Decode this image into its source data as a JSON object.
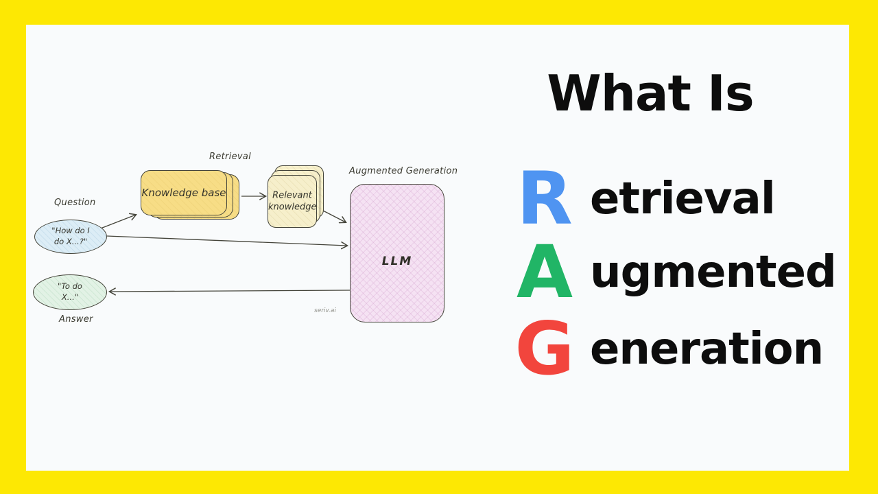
{
  "colors": {
    "frame_yellow": "#FDE803",
    "canvas_bg": "#F9FBFC",
    "ink": "#3A3A30",
    "knowledge_base_fill": "#F7DD86",
    "relevant_knowledge_fill": "#F6EFCB",
    "llm_fill": "#F5E2F3",
    "question_oval_fill": "#DCEDF6",
    "answer_oval_fill": "#E2F2E5",
    "letter_r_blue": "#4F94F1",
    "letter_a_green": "#21B566",
    "letter_g_red": "#F2453D",
    "heading_black": "#0D0D0D"
  },
  "heading": {
    "title": "What Is"
  },
  "acronym_rows": [
    {
      "letter": "R",
      "word": "etrieval",
      "color": "#4F94F1"
    },
    {
      "letter": "A",
      "word": "ugmented",
      "color": "#21B566"
    },
    {
      "letter": "G",
      "word": "eneration",
      "color": "#F2453D"
    }
  ],
  "diagram": {
    "question_label": "Question",
    "question_text": "\"How do I\ndo X...?\"",
    "answer_label": "Answer",
    "answer_text": "\"To do\nX...\"",
    "retrieval_label": "Retrieval",
    "knowledge_base_label": "Knowledge base",
    "relevant_knowledge_label": "Relevant\nknowledge",
    "augmented_generation_label": "Augmented Generation",
    "llm_label": "LLM",
    "watermark": "seriv.ai"
  }
}
